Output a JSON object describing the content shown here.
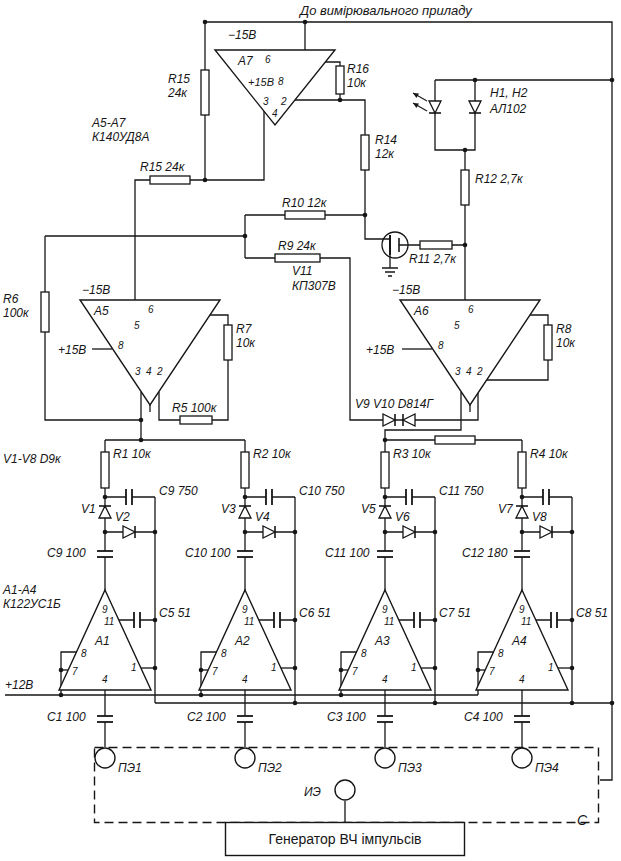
{
  "diagram": {
    "nodes": [
      {
        "text": [
          "A7",
          "6",
          "+15В",
          "8",
          "3",
          "4",
          "2"
        ]
      },
      {
        "text": [
          "A5",
          "6",
          "5",
          "8",
          "3",
          "4",
          "2"
        ]
      },
      {
        "text": [
          "A6",
          "6",
          "5",
          "8",
          "3",
          "4",
          "2"
        ]
      },
      {
        "text": [
          "A1",
          "9",
          "11",
          "8",
          "7",
          "1",
          "4"
        ]
      },
      {
        "text": [
          "A2",
          "9",
          "11",
          "8",
          "7",
          "1",
          "4"
        ]
      },
      {
        "text": [
          "A3",
          "9",
          "11",
          "8",
          "7",
          "1",
          "4"
        ]
      },
      {
        "text": [
          "A4",
          "9",
          "11",
          "8",
          "7",
          "1",
          "4"
        ]
      },
      {
        "text": [
          "С"
        ]
      },
      {
        "text": [
          "ПЭ1"
        ],
        "in": 7
      },
      {
        "text": [
          "ПЭ2"
        ],
        "in": 7
      },
      {
        "text": [
          "ПЭ3"
        ],
        "in": 7
      },
      {
        "text": [
          "ПЭ4"
        ],
        "in": 7
      },
      {
        "text": [
          "ИЭ"
        ],
        "in": 7
      },
      {
        "text": [
          "Генератор ВЧ імпульсів"
        ]
      }
    ],
    "edges": [
      {
        "from": 13,
        "to": 12,
        "arrow": "none"
      }
    ],
    "labels": [
      "До вимірювального приладу",
      "R15 24к",
      "−15В",
      "R16 10к",
      "A5-A7 К140УД8А",
      "H1, H2",
      "АЛ102",
      "R15 24к",
      "R14 12к",
      "R10 12к",
      "R12 2,7к",
      "R9 24к",
      "R11 2,7к",
      "V11",
      "КП307В",
      "−15В",
      "R6 100к",
      "+15В",
      "R7 10к",
      "−15В",
      "+15В",
      "R8 10к",
      "R5 100к",
      "V9 V10 D814Г",
      "V1-V8 D9к",
      "R1 10к",
      "R2 10к",
      "R3 10к",
      "R4 10к",
      "C9 750",
      "C10 750",
      "C11 750",
      "V1",
      "V2",
      "V3",
      "V4",
      "V5",
      "V6",
      "V7",
      "V8",
      "C9 100",
      "C10 100",
      "C11 100",
      "C12 180",
      "A1-A4 К122УС1Б",
      "C5 51",
      "C6 51",
      "C7 51",
      "C8 51",
      "+12В",
      "C1 100",
      "C2 100",
      "C3 100",
      "C4 100"
    ]
  }
}
